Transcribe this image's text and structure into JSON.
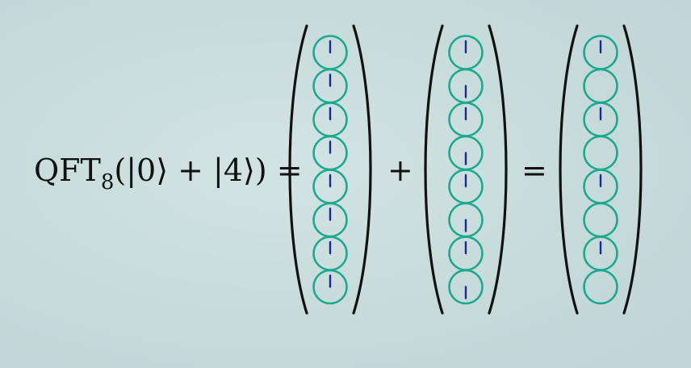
{
  "equation": {
    "lhs_main": "QFT",
    "lhs_subscript": "8",
    "lhs_args": "(|0⟩ + |4⟩) =",
    "plus_sign": "+",
    "equals_sign": "="
  },
  "vectors": [
    {
      "name": "qft-of-ket-0",
      "phases_deg": [
        0,
        0,
        0,
        0,
        0,
        0,
        0,
        0
      ]
    },
    {
      "name": "qft-of-ket-4",
      "phases_deg": [
        0,
        180,
        0,
        180,
        0,
        180,
        0,
        180
      ]
    },
    {
      "name": "qft-sum",
      "amplitudes": [
        1,
        0,
        1,
        0,
        1,
        0,
        1,
        0
      ],
      "phases_deg": [
        0,
        0,
        0,
        0,
        0,
        0,
        0,
        0
      ]
    }
  ],
  "colors": {
    "circle": "#1aa98e",
    "needle": "#1a2a9c",
    "paren": "#111111",
    "text": "#111111"
  }
}
